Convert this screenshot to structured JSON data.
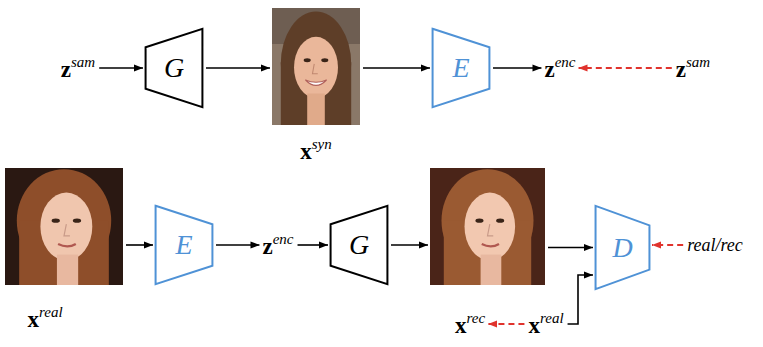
{
  "diagram": {
    "nodes": [
      {
        "text": [
          "z",
          "sam"
        ]
      },
      {
        "text": [
          "G"
        ]
      },
      {
        "text": [
          "x",
          "syn"
        ]
      },
      {
        "text": [
          "E"
        ]
      },
      {
        "text": [
          "z",
          "enc"
        ]
      },
      {
        "text": [
          "z",
          "sam"
        ]
      },
      {
        "text": [
          "x",
          "real"
        ]
      },
      {
        "text": [
          "E"
        ]
      },
      {
        "text": [
          "z",
          "enc"
        ]
      },
      {
        "text": [
          "G"
        ]
      },
      {
        "text": [
          "x",
          "rec"
        ]
      },
      {
        "text": [
          "x",
          "real"
        ]
      },
      {
        "text": [
          "D"
        ]
      },
      {
        "text": [
          "real/rec"
        ]
      }
    ],
    "edges": [
      {
        "from": 0,
        "to": 1,
        "arrow": "to"
      },
      {
        "from": 1,
        "to": 2,
        "arrow": "to"
      },
      {
        "from": 2,
        "to": 3,
        "arrow": "to"
      },
      {
        "from": 3,
        "to": 4,
        "arrow": "to"
      },
      {
        "from": 5,
        "to": 4,
        "arrow": "to"
      },
      {
        "from": 6,
        "to": 7,
        "arrow": "to"
      },
      {
        "from": 7,
        "to": 8,
        "arrow": "to"
      },
      {
        "from": 8,
        "to": 9,
        "arrow": "to"
      },
      {
        "from": 9,
        "to": 10,
        "arrow": "to"
      },
      {
        "from": 10,
        "to": 12,
        "arrow": "to"
      },
      {
        "from": 11,
        "to": 12,
        "arrow": "to"
      },
      {
        "from": 11,
        "to": 10,
        "arrow": "to"
      },
      {
        "from": 13,
        "to": 12,
        "arrow": "to"
      }
    ]
  }
}
